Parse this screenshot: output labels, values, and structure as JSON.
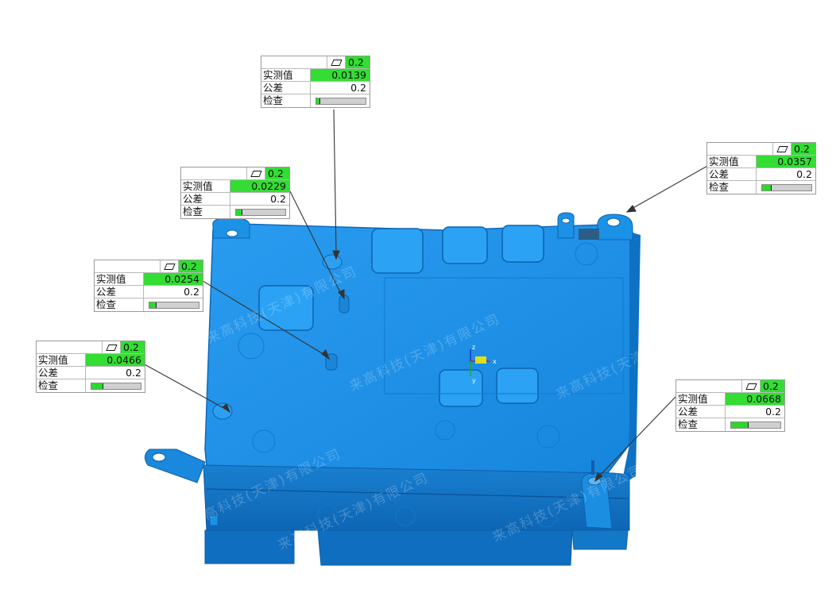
{
  "watermark": "来高科技(天津)有限公司",
  "axes": {
    "z": "z",
    "x": "x",
    "y": "y"
  },
  "labels": {
    "measured": "实测值",
    "tolerance": "公差",
    "check": "检查"
  },
  "colors": {
    "part": "#1a8fe0",
    "pass": "#33dd33"
  },
  "features": [
    {
      "id": "f1",
      "symbol": "flatness-icon",
      "tol_value": "0.2",
      "measured": "0.0139",
      "tolerance": "0.2",
      "deviation_fraction": 0.07
    },
    {
      "id": "f2",
      "symbol": "flatness-icon",
      "tol_value": "0.2",
      "measured": "0.0229",
      "tolerance": "0.2",
      "deviation_fraction": 0.115
    },
    {
      "id": "f3",
      "symbol": "flatness-icon",
      "tol_value": "0.2",
      "measured": "0.0254",
      "tolerance": "0.2",
      "deviation_fraction": 0.127
    },
    {
      "id": "f4",
      "symbol": "flatness-icon",
      "tol_value": "0.2",
      "measured": "0.0357",
      "tolerance": "0.2",
      "deviation_fraction": 0.18
    },
    {
      "id": "f5",
      "symbol": "flatness-icon",
      "tol_value": "0.2",
      "measured": "0.0466",
      "tolerance": "0.2",
      "deviation_fraction": 0.233
    },
    {
      "id": "f6",
      "symbol": "flatness-icon",
      "tol_value": "0.2",
      "measured": "0.0668",
      "tolerance": "0.2",
      "deviation_fraction": 0.334
    }
  ]
}
